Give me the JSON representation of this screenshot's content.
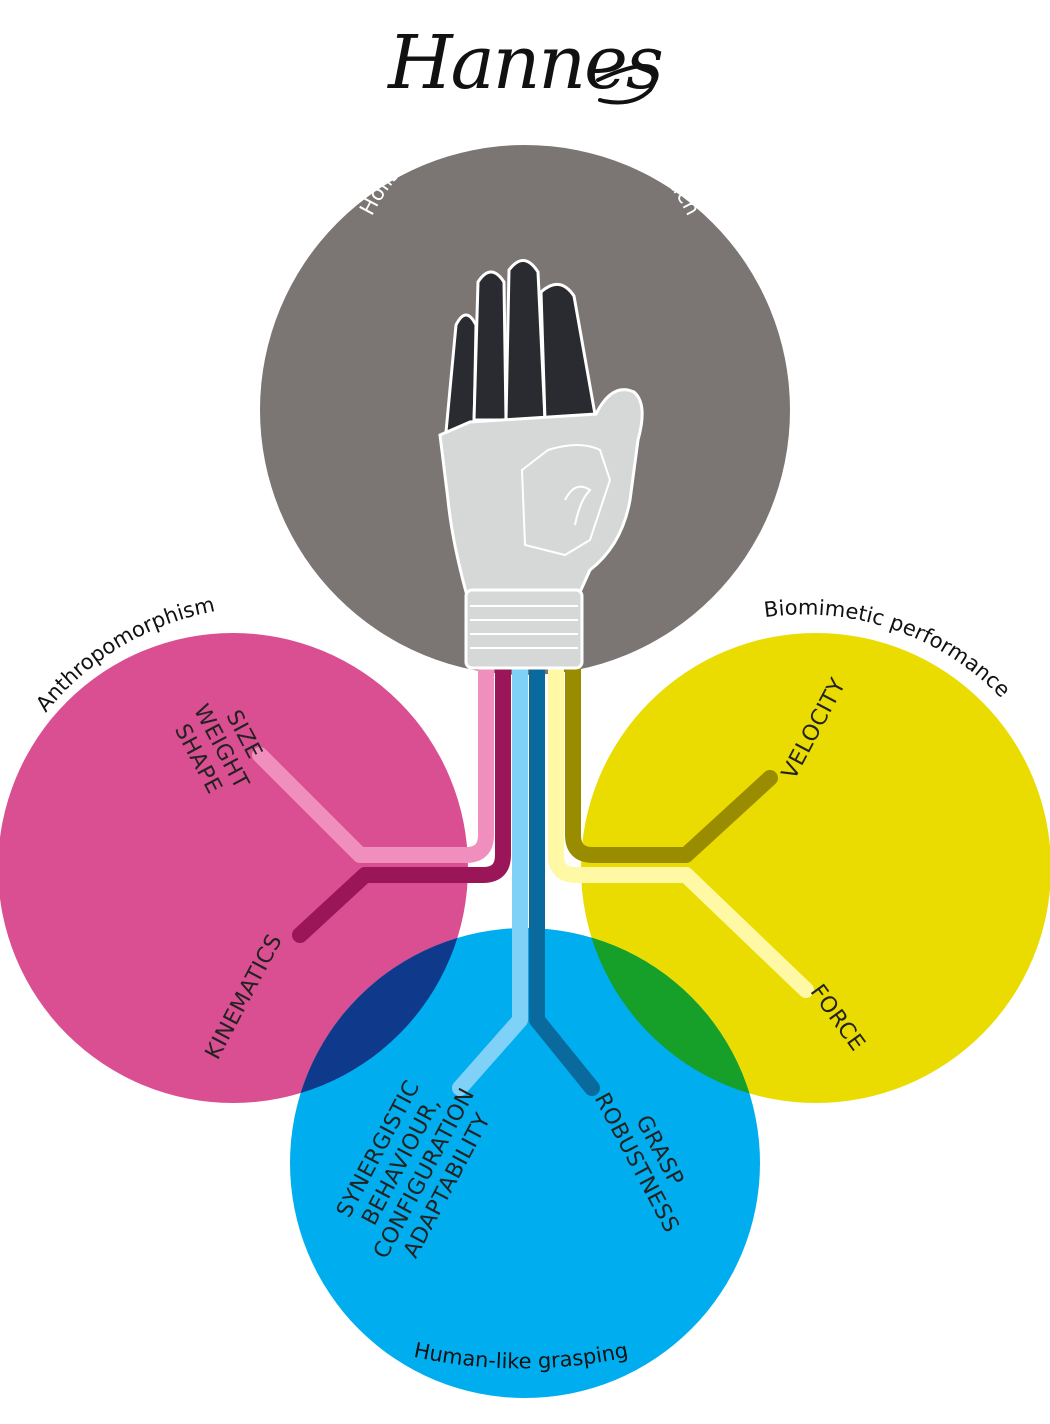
{
  "logo_text": "Hannes",
  "center": {
    "title": "Holistic Bio-inspired Design Approach",
    "color": "#7b7574"
  },
  "circles": {
    "anthropomorphism": {
      "title": "Anthropomorphism",
      "color": "#d94f91",
      "branch_light": "#f08fbd",
      "branch_dark": "#9a1658",
      "keywords_top": [
        "SIZE",
        "WEIGHT",
        "SHAPE"
      ],
      "keyword_bottom": "KINEMATICS"
    },
    "biomimetic": {
      "title": "Biomimetic performance",
      "color": "#eadc00",
      "branch_light": "#fff9a6",
      "branch_dark": "#9a8c00",
      "keyword_top": "VELOCITY",
      "keyword_bottom": "FORCE"
    },
    "grasping": {
      "title": "Human-like grasping",
      "color": "#00aeef",
      "branch_light": "#7fd1f7",
      "branch_dark": "#0a6a9e",
      "keywords_left": [
        "SYNERGISTIC",
        "BEHAVIOUR,",
        "CONFIGURATION",
        "ADAPTABILITY"
      ],
      "keywords_right": [
        "GRASP",
        "ROBUSTNESS"
      ]
    }
  },
  "overlaps": {
    "magenta_cyan": "#0f3a8c",
    "yellow_cyan": "#16a02a"
  },
  "hand": {
    "palm_color": "#d6d8d8",
    "finger_color": "#2a2b30",
    "outline_color": "#ffffff"
  }
}
